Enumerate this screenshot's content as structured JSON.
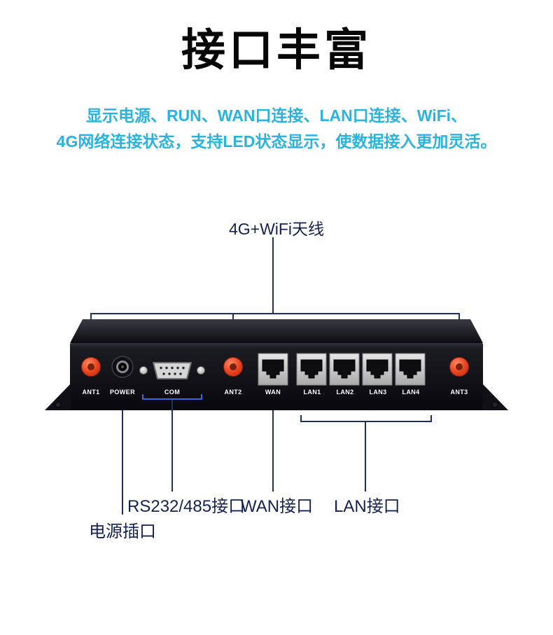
{
  "header": {
    "title": "接口丰富",
    "subtitle_line1": "显示电源、RUN、WAN口连接、LAN口连接、WiFi、",
    "subtitle_line2": "4G网络连接状态，支持LED状态显示，使数据接入更加灵活。"
  },
  "callouts": {
    "antenna_label": "4G+WiFi天线",
    "serial_label": "RS232/485接口",
    "wan_label": "WAN接口",
    "lan_label": "LAN接口",
    "power_label": "电源插口"
  },
  "device": {
    "ports": {
      "ant1": "ANT1",
      "power": "POWER",
      "com": "COM",
      "ant2": "ANT2",
      "wan": "WAN",
      "lan1": "LAN1",
      "lan2": "LAN2",
      "lan3": "LAN3",
      "lan4": "LAN4",
      "ant3": "ANT3"
    }
  },
  "colors": {
    "subtitle_cyan": "#2bb3de",
    "callout_navy": "#15224e",
    "line_navy": "#1e3060",
    "bracket_blue": "#2e6bdb",
    "antenna_red": "#e8431f",
    "chassis_black": "#0b0b0f"
  }
}
